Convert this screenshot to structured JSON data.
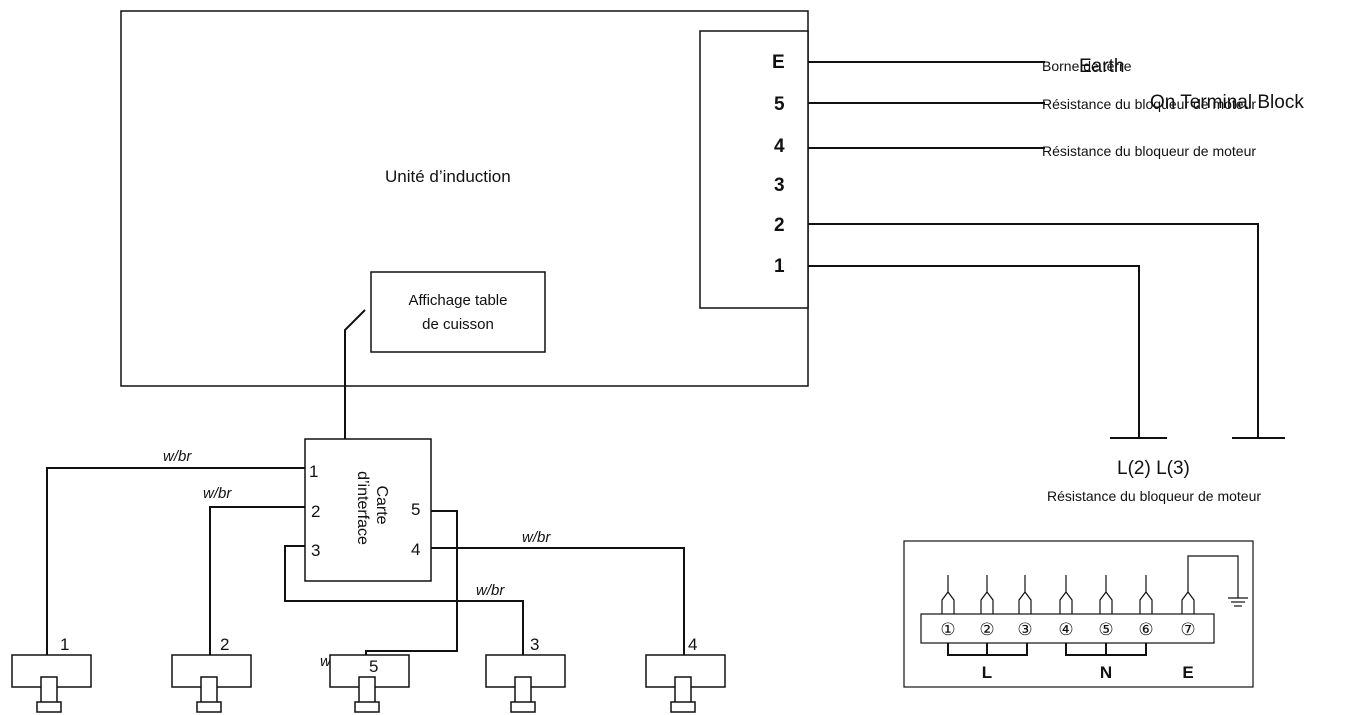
{
  "induction_unit": {
    "label": "Unité d’induction",
    "terminals": [
      "E",
      "5",
      "4",
      "3",
      "2",
      "1"
    ]
  },
  "terminal_lines": {
    "earth_en": "Earth",
    "earth_fr": "Borne de terre",
    "on_terminal_block": "On Terminal Block",
    "resistance_5": "Résistance du bloqueur de moteur",
    "resistance_4": "Résistance du bloqueur de moteur"
  },
  "display": {
    "line1": "Affichage table",
    "line2": "de cuisson"
  },
  "interface_card": {
    "line1": "Carte",
    "line2": "d’interface",
    "pins_left": [
      "1",
      "2",
      "3"
    ],
    "pins_right": [
      "5",
      "4"
    ]
  },
  "wire_label": "w/br",
  "coils": [
    "1",
    "2",
    "5",
    "3",
    "4"
  ],
  "supply": {
    "label": "L(2) L(3)",
    "caption": "Résistance du bloqueur de moteur"
  },
  "terminal_block": {
    "numbers": [
      "①",
      "②",
      "③",
      "④",
      "⑤",
      "⑥",
      "⑦"
    ],
    "groups": [
      "L",
      "N",
      "E"
    ]
  }
}
